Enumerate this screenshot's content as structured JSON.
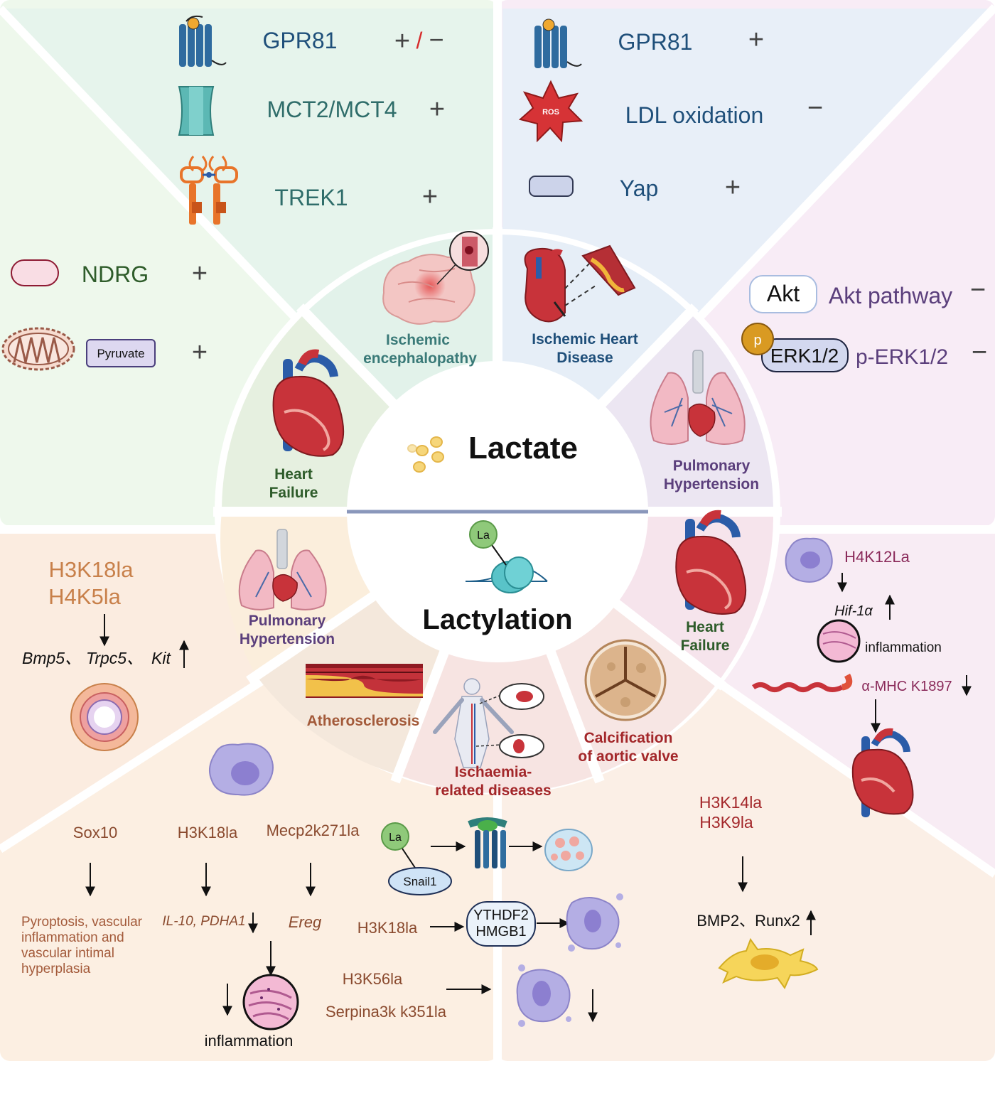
{
  "colors": {
    "quad_top_left": "#eef8ec",
    "quad_top_mid_left": "#e6f4ec",
    "quad_top_mid_right": "#e8eff8",
    "quad_top_right": "#f8ecf6",
    "quad_bottom_left": "#fcefe2",
    "quad_bottom_right": "#fbefe6",
    "green_text": "#2e5c2a",
    "teal_text": "#2f6d6a",
    "blue_text": "#1f4f7a",
    "purple_text": "#5b3f7c",
    "orange_text": "#c8804a",
    "brown_text": "#8a4a2e",
    "red_text": "#a3272a",
    "divider": "#8a97bb"
  },
  "center": {
    "lactate": "Lactate",
    "lactylation": "Lactylation",
    "la_badge": "La"
  },
  "segments": {
    "ischemic_encephalopathy": [
      "Ischemic",
      "encephalopathy"
    ],
    "ischemic_heart_disease": [
      "Ischemic Heart",
      "Disease"
    ],
    "heart_failure_top": [
      "Heart",
      "Failure"
    ],
    "pulmonary_hypertension_top": [
      "Pulmonary",
      "Hypertension"
    ],
    "pulmonary_hypertension_bottom": [
      "Pulmonary",
      "Hypertension"
    ],
    "heart_failure_bottom": [
      "Heart",
      "Failure"
    ],
    "atherosclerosis": "Atherosclerosis",
    "ischaemia_related": [
      "Ischaemia-",
      "related diseases"
    ],
    "calcification": [
      "Calcification",
      "of aortic valve"
    ]
  },
  "top_mid_left": {
    "rows": [
      {
        "label": "GPR81",
        "sign": "+/−"
      },
      {
        "label": "MCT2/MCT4",
        "sign": "+"
      },
      {
        "label": "TREK1",
        "sign": "+"
      }
    ]
  },
  "top_mid_right": {
    "ros_label": "ROS",
    "rows": [
      {
        "label": "GPR81",
        "sign": "+"
      },
      {
        "label": "LDL oxidation",
        "sign": "−"
      },
      {
        "label": "Yap",
        "sign": "+"
      }
    ]
  },
  "top_left": {
    "ndrg": "NDRG",
    "ndrg_sign": "+",
    "pyruvate": "Pyruvate",
    "pyruvate_sign": "+"
  },
  "top_right": {
    "akt_box": "Akt",
    "akt_label": "Akt pathway",
    "akt_sign": "−",
    "p_badge": "p",
    "erk_box": "ERK1/2",
    "erk_label": "p-ERK1/2",
    "erk_sign": "−"
  },
  "bottom_left_upper": {
    "marks": [
      "H3K18la",
      "H4K5la"
    ],
    "genes": [
      "Bmp5、",
      "Trpc5、",
      "Kit"
    ]
  },
  "bottom_left_lower": {
    "col1_top": "Sox10",
    "col1_bottom": [
      "Pyroptosis, vascular",
      "inflammation and",
      "vascular intimal",
      "hyperplasia"
    ],
    "col2_top": "H3K18la",
    "col2_bottom": "IL-10, PDHA1",
    "col3_top": "Mecp2k271la",
    "col3_bottom": "Ereg",
    "inflammation": "inflammation"
  },
  "bottom_center": {
    "la_badge": "La",
    "snail": "Snail1",
    "h3k18la": "H3K18la",
    "ythdf2": "YTHDF2",
    "hmgb1": "HMGB1",
    "h3k56la": "H3K56la",
    "serpina": "Serpina3k k351la"
  },
  "right_middle": {
    "h4k12la": "H4K12La",
    "hif": "Hif-1α",
    "inflammation": "inflammation",
    "mhc": "α-MHC K1897"
  },
  "bottom_right": {
    "marks": [
      "H3K14la",
      "H3K9la"
    ],
    "genes": "BMP2、Runx2"
  }
}
